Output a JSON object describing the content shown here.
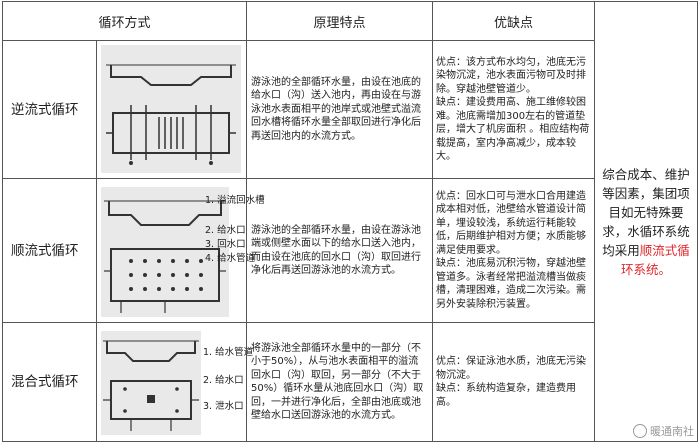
{
  "headers": [
    "循环方式",
    "原理特点",
    "优缺点"
  ],
  "rows": [
    {
      "mode": "逆流式循环",
      "principle": "游泳池的全部循环水量，由设在池底的给水口（沟）送入池内，再由设在与游泳池水表面相平的池岸式或池壁式溢流回水槽将循环水量全部取回进行净化后再送回池内的水流方式。",
      "pros": "优点：该方式布水均匀，池底无污染物沉淀，池水表面污物可及时排除。穿越池壁管道少。",
      "cons": "缺点：建设费用高、施工维修较困难。池底需增加300左右的管道垫层，增大了机房面积 。相应结构荷载提高，室内净高减少，成本较大。",
      "labels": []
    },
    {
      "mode": "顺流式循环",
      "principle": "游泳池的全部循环水量，由设在游泳池端或侧壁水面以下的给水口送入池内，而由设在池底的回水口（沟）取回进行净化后再送回游泳池的水流方式。",
      "pros": "优点：回水口可与泄水口合用建造成本相对低，池壁给水管道设计简单，埋设较浅，系统运行耗能较低，后期维护相对方便；水质能够满足使用要求。",
      "cons": "缺点：池底易沉积污物，穿越池壁管道多。泳者经常把溢流槽当做痰槽，清理困难，造成二次污染。需另外安装除积污装置。",
      "labels": [
        "1. 溢流回水槽",
        "2. 给水口",
        "3. 回水口",
        "4. 给水管道"
      ]
    },
    {
      "mode": "混合式循环",
      "principle": "将游泳池全部循环水量中的一部分（不小于50%），从与池水表面相平的溢流回水口（沟）取回，另一部分（不大于50%）循环水量从池底回水口（沟）取回，一并进行净化后，全部由池底或池壁给水口送回游泳池的水流方式。",
      "pros": "优点：保证泳池水质，池底无污染物沉淀。",
      "cons": "缺点：系统构造复杂，建造费用高。",
      "labels": [
        "1. 给水管道",
        "2. 给水口",
        "3. 泄水口"
      ]
    }
  ],
  "conclusion_black": "综合成本、维护等因素，集团项目如无特殊要求，水循环系统均采用",
  "conclusion_red": "顺流式循环系统。",
  "watermark": "暖通南社",
  "icons": [
    "weibo-logo-icon"
  ]
}
